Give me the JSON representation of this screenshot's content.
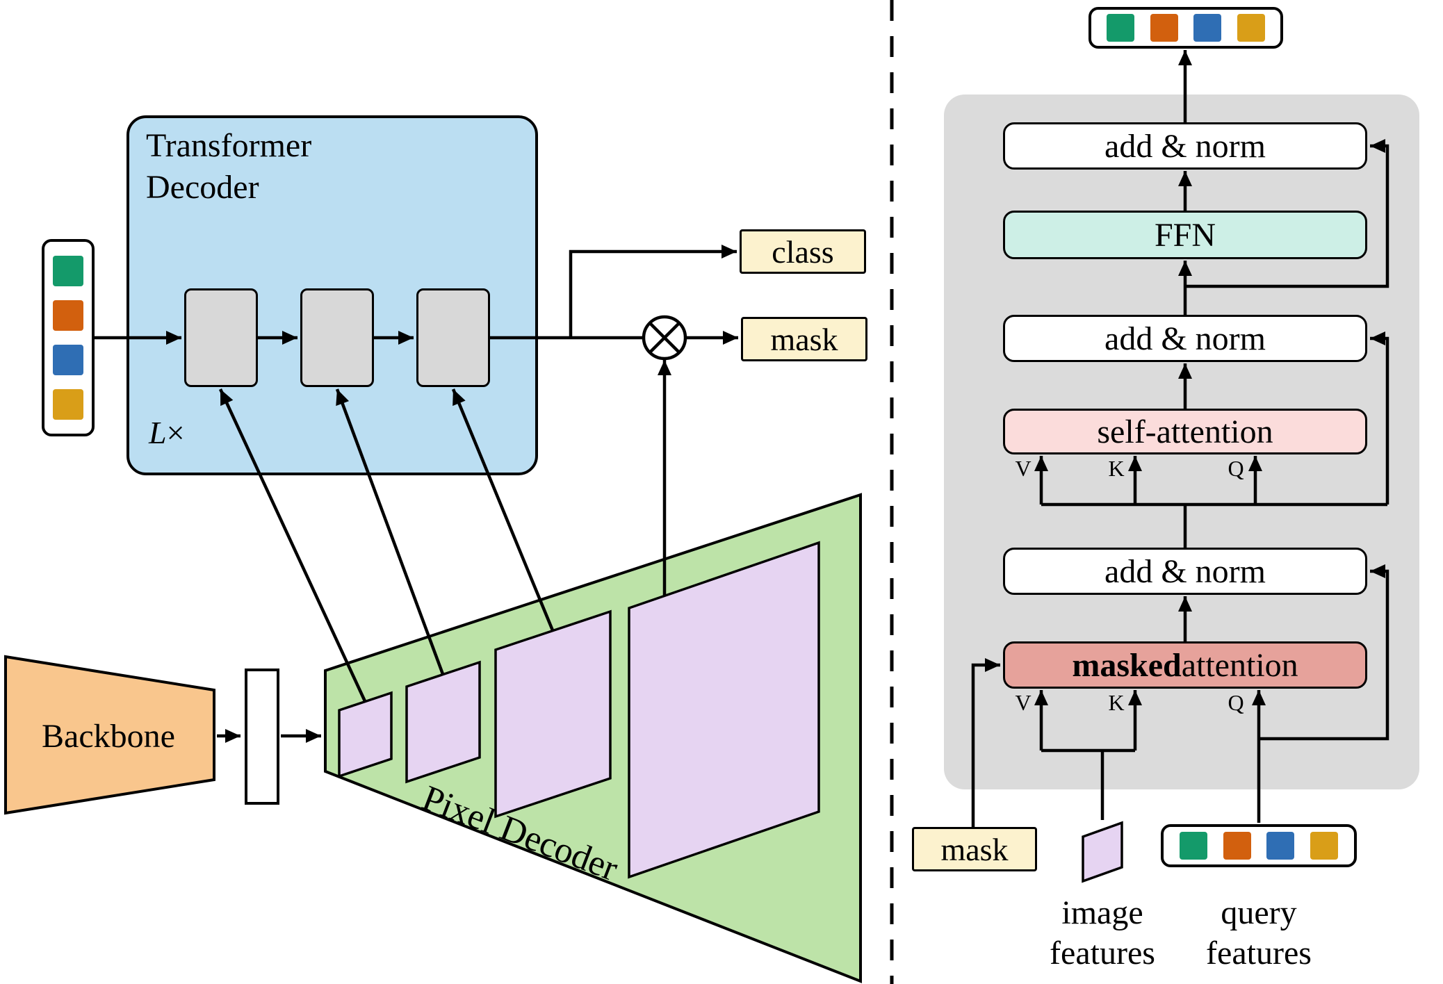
{
  "left": {
    "transformer_decoder": {
      "title_line1": "Transformer",
      "title_line2": "Decoder",
      "repeat": "L",
      "repeat_symbol": "×"
    },
    "class_label": "class",
    "mask_label": "mask",
    "backbone_label": "Backbone",
    "pixel_decoder_label": "Pixel Decoder"
  },
  "right": {
    "add_norm_label": "add & norm",
    "ffn_label": "FFN",
    "self_attention_label": "self-attention",
    "masked_attention_bold": "masked",
    "masked_attention_rest": " attention",
    "v_label": "V",
    "k_label": "K",
    "q_label": "Q",
    "mask_input_label": "mask",
    "image_features_line1": "image",
    "image_features_line2": "features",
    "query_features_line1": "query",
    "query_features_line2": "features"
  },
  "colors": {
    "token_green": "#149A6A",
    "token_orange": "#D2600E",
    "token_blue": "#2F6EB4",
    "token_amber": "#D99E18",
    "decoder_blue": "#BBDEF2",
    "block_gray": "#D8D8D8",
    "label_yellow": "#FCF2CE",
    "backbone_orange": "#F9C68D",
    "pixel_green": "#BDE3A8",
    "feature_purple": "#E6D4F2",
    "panel_gray": "#DBDBDB",
    "ffn_teal": "#CDEFE6",
    "self_attn_pink": "#FBDCDB",
    "masked_attn_red": "#E6A29B"
  }
}
